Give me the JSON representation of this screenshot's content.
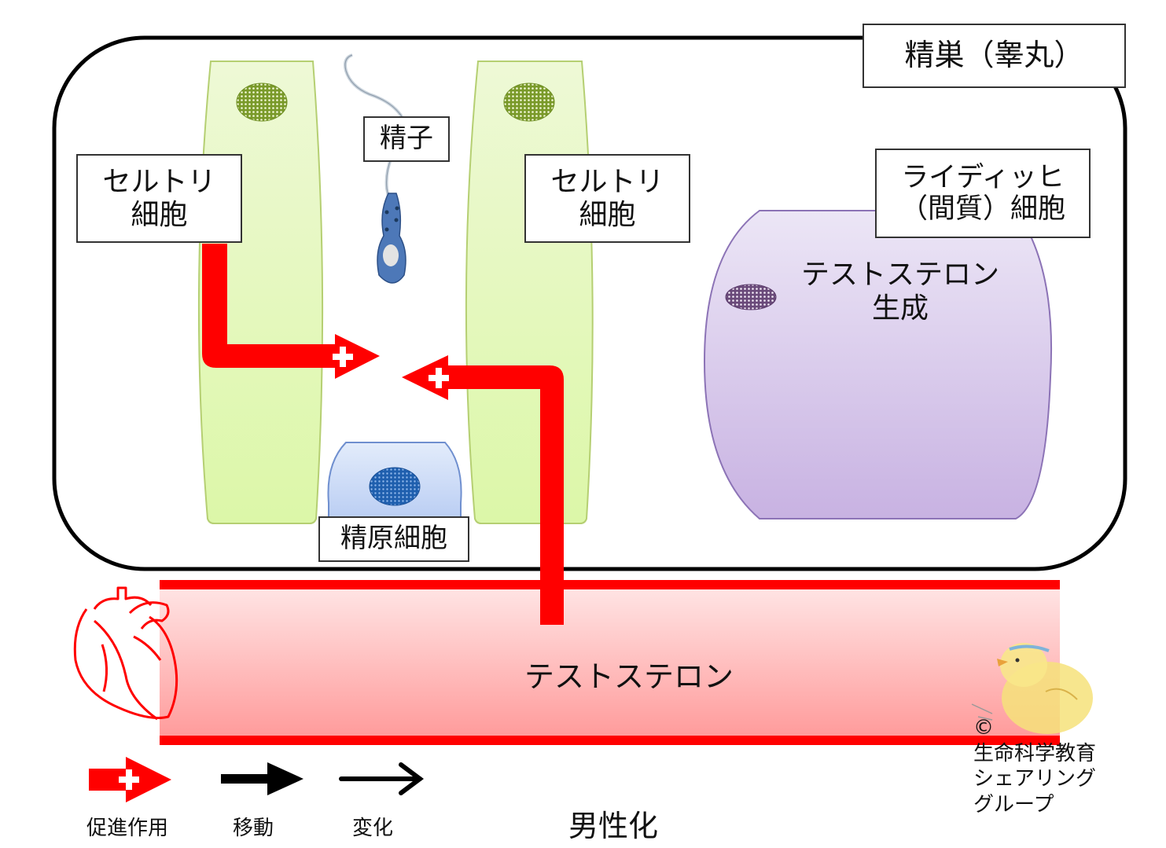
{
  "testis_label": "精巣（睾丸）",
  "sperm_label": "精子",
  "sertoli_left": {
    "line1": "セルトリ",
    "line2": "細胞"
  },
  "sertoli_right": {
    "line1": "セルトリ",
    "line2": "細胞"
  },
  "leydig_label": {
    "line1": "ライディッヒ",
    "line2": "（間質）細胞"
  },
  "leydig_text": {
    "line1": "テストステロン",
    "line2": "生成"
  },
  "spermatogonia_label": "精原細胞",
  "vessel_label": "テストステロン",
  "legend": {
    "promote": "促進作用",
    "move": "移動",
    "change": "変化"
  },
  "masculinization": "男性化",
  "credit": {
    "line1": "©",
    "line2": "生命科学教育",
    "line3": "シェアリング",
    "line4": "グループ"
  },
  "colors": {
    "arrow_red": "#ff0000",
    "sertoli_fill": "#e6f7c4",
    "leydig_fill": "#d9c8ec",
    "vessel_fill": "#ffd9d9"
  },
  "icons": [
    "heart-icon",
    "chick-mascot-icon",
    "plus-icon"
  ]
}
